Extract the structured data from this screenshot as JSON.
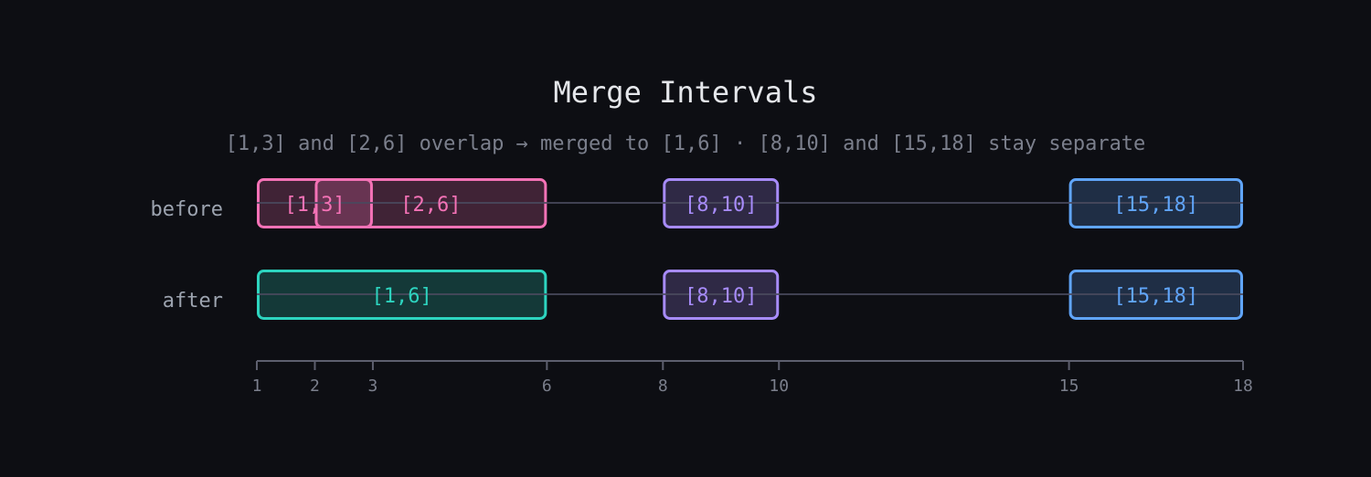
{
  "title": "Merge Intervals",
  "subtitle": "[1,3] and [2,6] overlap → merged to [1,6] · [8,10] and [15,18] stay separate",
  "axis": {
    "min": 1,
    "max": 18,
    "ticks": [
      1,
      2,
      3,
      6,
      8,
      10,
      15,
      18
    ]
  },
  "colors": {
    "background": "#0d0e13",
    "overlap": "#f472b6",
    "merged": "#2dd4bf",
    "purple": "#a78bfa",
    "blue": "#60a5fa",
    "track": "#4a4a5e",
    "axis": "#5d5f6e"
  },
  "rows": [
    {
      "label": "before",
      "intervals": [
        {
          "start": 1,
          "end": 3,
          "label": "[1,3]",
          "color": "#f472b6"
        },
        {
          "start": 2,
          "end": 6,
          "label": "[2,6]",
          "color": "#f472b6"
        },
        {
          "start": 8,
          "end": 10,
          "label": "[8,10]",
          "color": "#a78bfa"
        },
        {
          "start": 15,
          "end": 18,
          "label": "[15,18]",
          "color": "#60a5fa"
        }
      ]
    },
    {
      "label": "after",
      "intervals": [
        {
          "start": 1,
          "end": 6,
          "label": "[1,6]",
          "color": "#2dd4bf"
        },
        {
          "start": 8,
          "end": 10,
          "label": "[8,10]",
          "color": "#a78bfa"
        },
        {
          "start": 15,
          "end": 18,
          "label": "[15,18]",
          "color": "#60a5fa"
        }
      ]
    }
  ]
}
